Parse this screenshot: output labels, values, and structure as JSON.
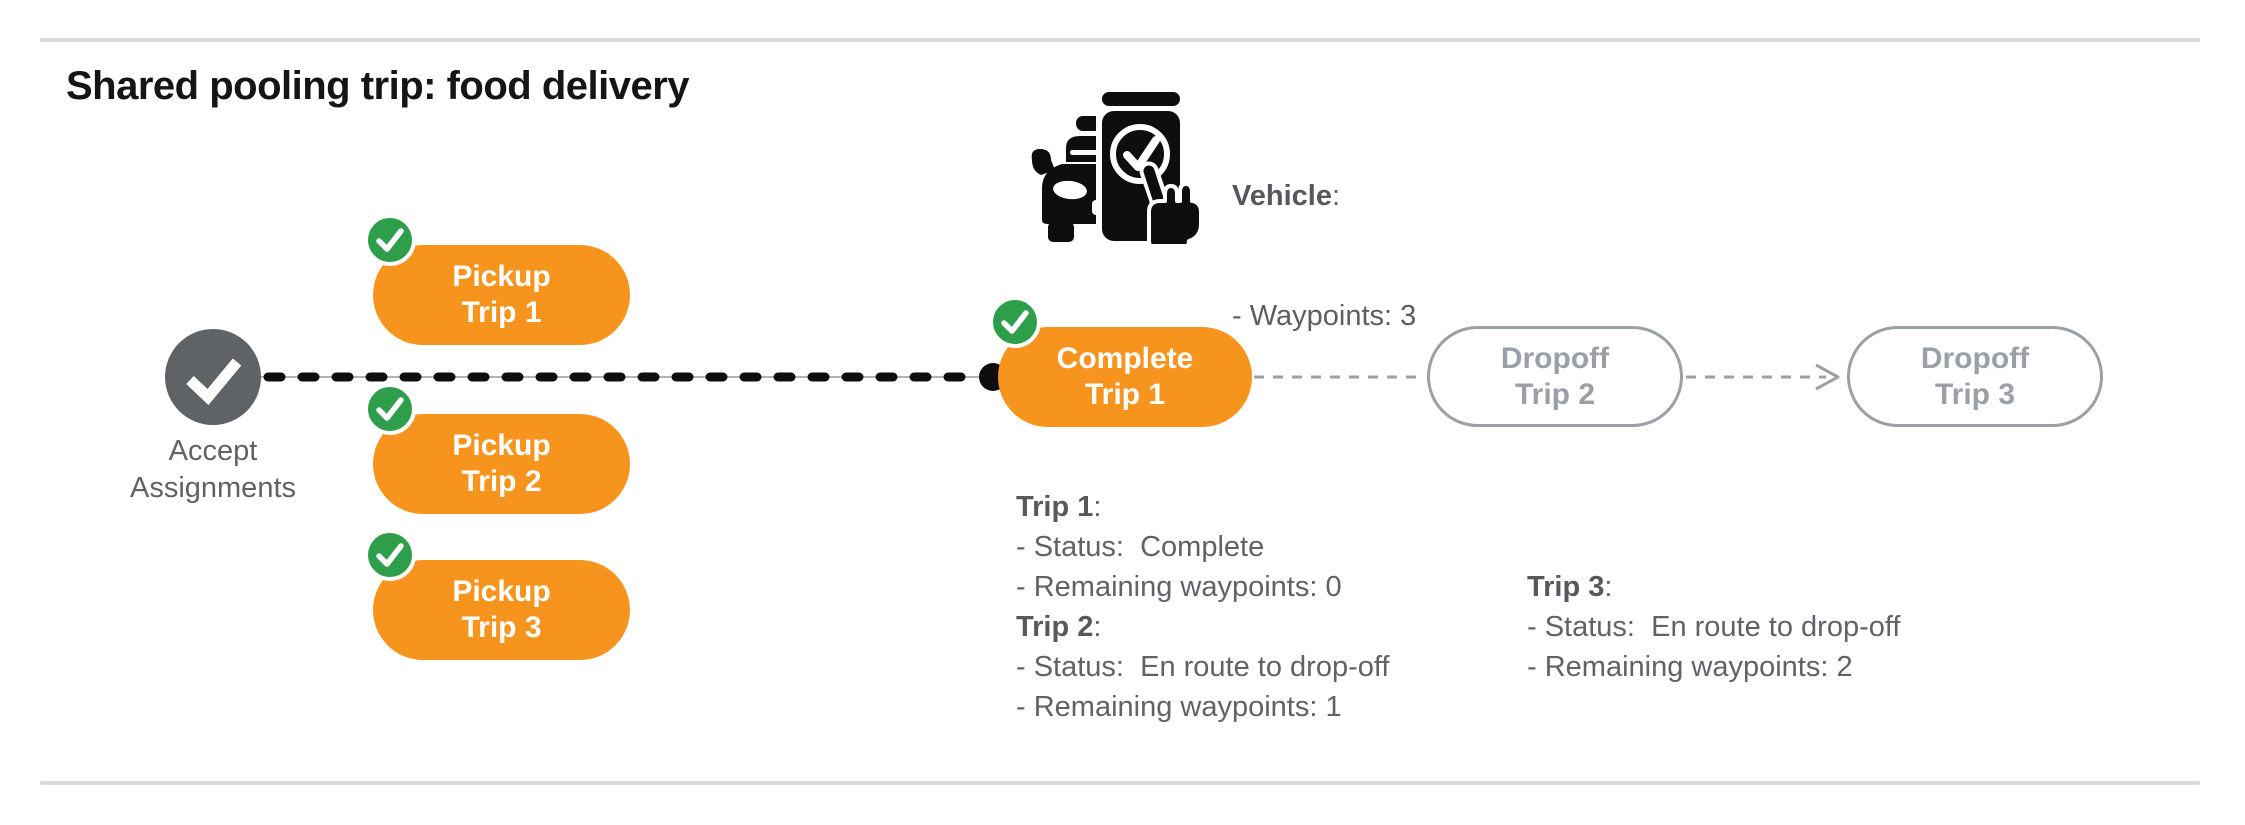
{
  "title": "Shared pooling trip: food delivery",
  "vehicle": {
    "icon": "car-phone-check-icon",
    "label_bold": "Vehicle",
    "label_rest": ":",
    "waypoints_line": "- Waypoints: 3"
  },
  "flow": {
    "start": {
      "icon": "check-icon",
      "label_line1": "Accept",
      "label_line2": "Assignments"
    },
    "pickups": [
      {
        "line1": "Pickup",
        "line2": "Trip 1",
        "badge": "check-badge"
      },
      {
        "line1": "Pickup",
        "line2": "Trip 2",
        "badge": "check-badge"
      },
      {
        "line1": "Pickup",
        "line2": "Trip 3",
        "badge": "check-badge"
      }
    ],
    "complete": {
      "line1": "Complete",
      "line2": "Trip 1",
      "badge": "check-badge"
    },
    "dropoffs": [
      {
        "line1": "Dropoff",
        "line2": "Trip 2"
      },
      {
        "line1": "Dropoff",
        "line2": "Trip 3"
      }
    ]
  },
  "details_left": [
    {
      "heading_bold": "Trip 1",
      "heading_rest": ":",
      "status_line": "- Status:  Complete",
      "waypoints_line": "- Remaining waypoints: 0"
    },
    {
      "heading_bold": "Trip 2",
      "heading_rest": ":",
      "status_line": "- Status:  En route to drop-off",
      "waypoints_line": "- Remaining waypoints: 1"
    }
  ],
  "details_right": [
    {
      "heading_bold": "Trip 3",
      "heading_rest": ":",
      "status_line": "- Status:  En route to drop-off",
      "waypoints_line": "- Remaining waypoints: 2"
    }
  ],
  "colors": {
    "accent_orange": "#F7941E",
    "accent_green": "#2F9E4B",
    "node_gray": "#5F6368",
    "inactive_gray": "#9AA0A6",
    "line_black": "#0E0E0E",
    "rule_gray": "#D9D9D9"
  }
}
